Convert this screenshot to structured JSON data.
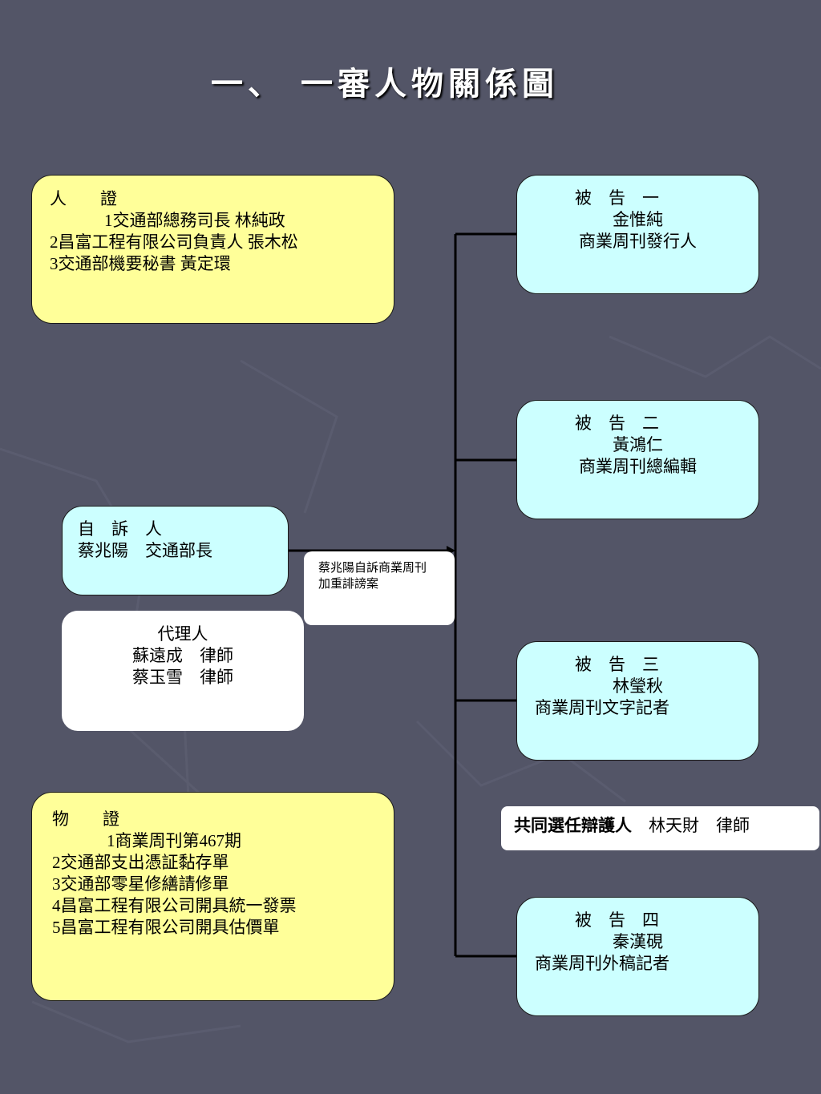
{
  "title": "一、 一審人物關係圖",
  "witnesses": {
    "heading": "人　　證",
    "items": [
      "1交通部總務司長 林純政",
      "2昌富工程有限公司負責人 張木松",
      "3交通部機要秘書 黃定環"
    ]
  },
  "plaintiff": {
    "heading": "自　訴　人",
    "name": "蔡兆陽　交通部長"
  },
  "case_label": "蔡兆陽自訴商業周刊加重誹謗案",
  "agents": {
    "heading": "代理人",
    "items": [
      "蘇遠成　律師",
      "蔡玉雪　律師"
    ]
  },
  "evidence": {
    "heading": "物　　證",
    "items": [
      "1商業周刊第467期",
      "2交通部支出憑証黏存單",
      "3交通部零星修繕請修單",
      "4昌富工程有限公司開具統一發票",
      "5昌富工程有限公司開具估價單"
    ]
  },
  "defendants": [
    {
      "heading": "被　告　一",
      "name": "金惟純",
      "role": "商業周刊發行人"
    },
    {
      "heading": "被　告　二",
      "name": "黃鴻仁",
      "role": "商業周刊總編輯"
    },
    {
      "heading": "被　告　三",
      "name": "林瑩秋",
      "role": "商業周刊文字記者"
    },
    {
      "heading": "被　告　四",
      "name": "秦漢硯",
      "role": "商業周刊外稿記者"
    }
  ],
  "joint_defense": {
    "label": "共同選任辯護人",
    "name": "林天財　律師"
  },
  "colors": {
    "background": "#535567",
    "yellow_box": "#ffff99",
    "cyan_box": "#ccffff",
    "white_box": "#ffffff",
    "connector": "#000000"
  }
}
